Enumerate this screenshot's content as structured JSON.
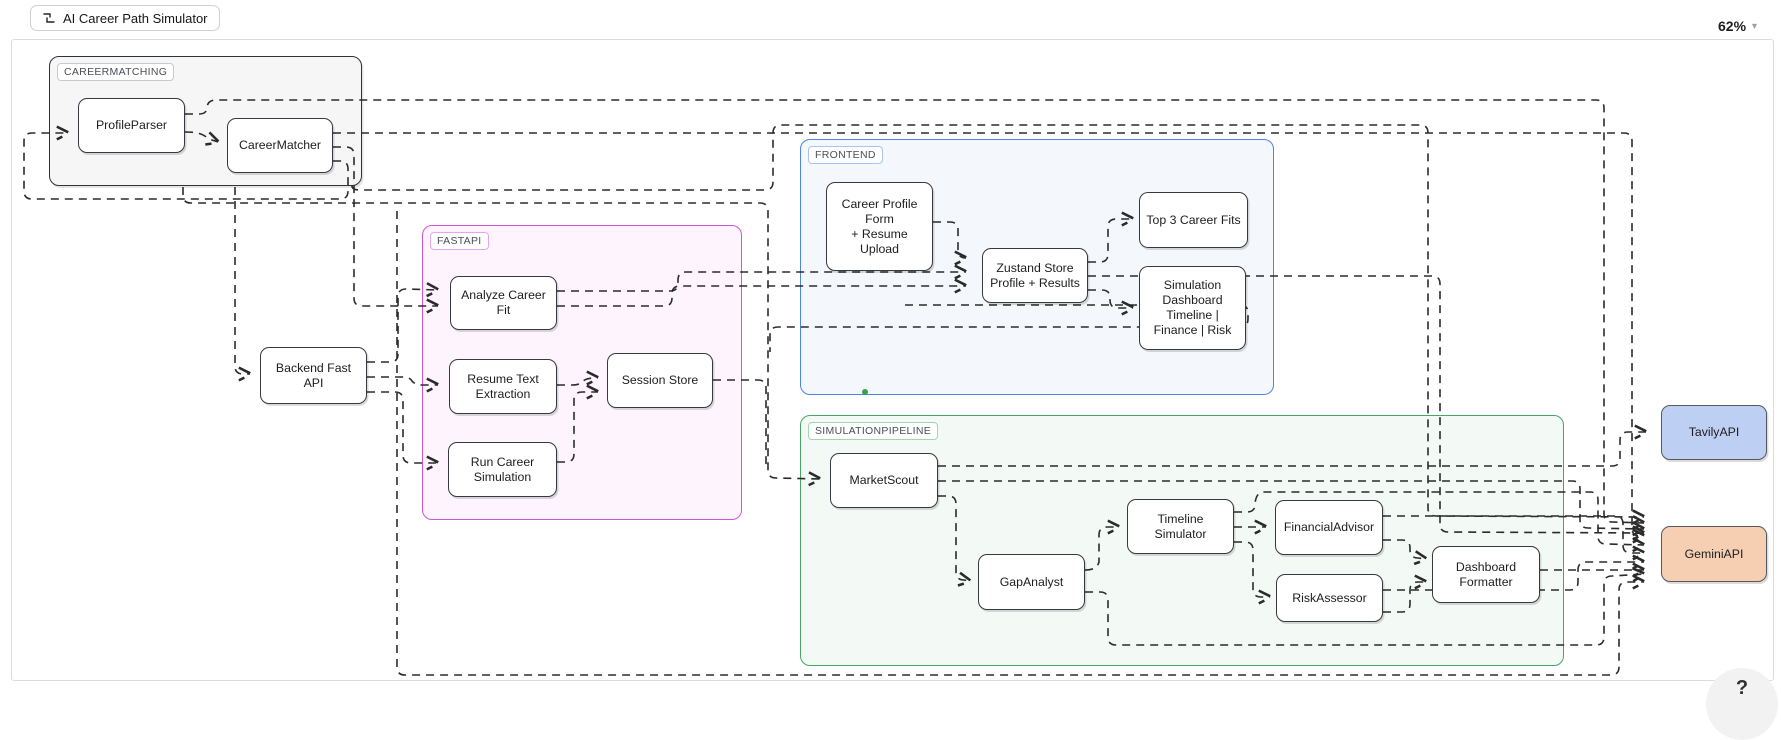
{
  "header": {
    "tab_label": "AI Career Path Simulator",
    "zoom_level": "62%",
    "help_label": "?"
  },
  "groups": {
    "careermatching": {
      "label": "CAREERMATCHING"
    },
    "fastapi": {
      "label": "FASTAPI"
    },
    "frontend": {
      "label": "FRONTEND"
    },
    "simulationpipeline": {
      "label": "SIMULATIONPIPELINE"
    }
  },
  "nodes": {
    "profile_parser": {
      "label": "ProfileParser"
    },
    "career_matcher": {
      "label": "CareerMatcher"
    },
    "backend_fast_api": {
      "label": "Backend Fast\nAPI"
    },
    "analyze_career_fit": {
      "label": "Analyze Career\nFit"
    },
    "resume_text_extraction": {
      "label": "Resume Text\nExtraction"
    },
    "run_career_simulation": {
      "label": "Run Career\nSimulation"
    },
    "session_store": {
      "label": "Session Store"
    },
    "career_profile_form": {
      "label": "Career Profile\nForm\n+ Resume\nUpload"
    },
    "zustand_store": {
      "label": "Zustand Store\nProfile + Results"
    },
    "top_3_career_fits": {
      "label": "Top 3 Career Fits"
    },
    "simulation_dashboard": {
      "label": "Simulation\nDashboard\nTimeline |\nFinance | Risk"
    },
    "market_scout": {
      "label": "MarketScout"
    },
    "gap_analyst": {
      "label": "GapAnalyst"
    },
    "timeline_simulator": {
      "label": "Timeline\nSimulator"
    },
    "financial_advisor": {
      "label": "FinancialAdvisor"
    },
    "risk_assessor": {
      "label": "RiskAssessor"
    },
    "dashboard_formatter": {
      "label": "Dashboard\nFormatter"
    },
    "tavily_api": {
      "label": "TavilyAPI"
    },
    "gemini_api": {
      "label": "GeminiAPI"
    }
  },
  "colors": {
    "fastapi_border": "#ce55d9",
    "frontend_border": "#4e82e4",
    "pipeline_border": "#47a666",
    "careermatching_border": "#2f3338",
    "tavily_fill": "#bdd0f4",
    "gemini_fill": "#f6cfb3",
    "connector": "#2b2b2b",
    "green_dot": "#35a24b"
  }
}
